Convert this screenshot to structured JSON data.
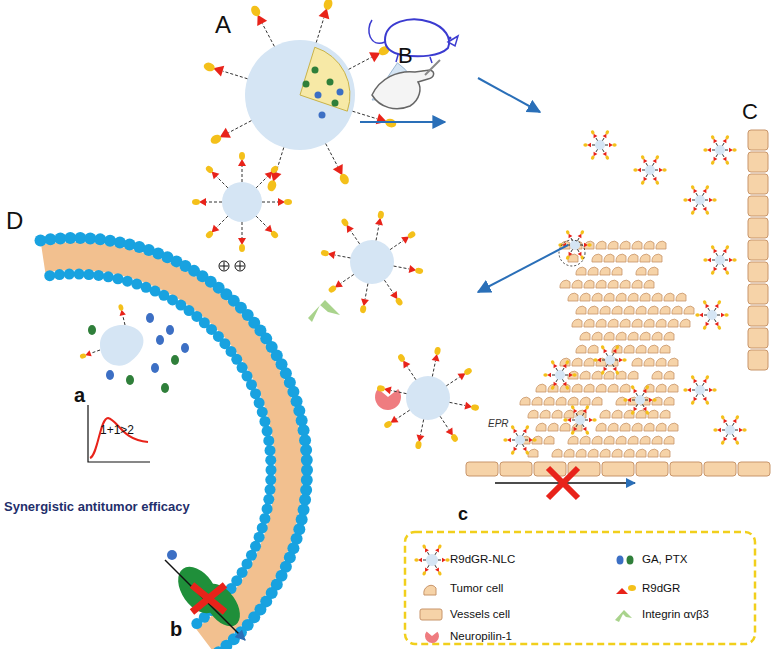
{
  "diagram": {
    "labels": [
      "A",
      "B",
      "C",
      "EPR",
      "c",
      "D",
      "a",
      "1+1>2",
      "Synergistic antitumor efficacy",
      "b"
    ],
    "legend": [
      {
        "text": "R9dGR-NLC"
      },
      {
        "text": "GA, PTX"
      },
      {
        "text": "Tumor cell"
      },
      {
        "text": "R9dGR"
      },
      {
        "text": "Vessels cell"
      },
      {
        "text": "Integrin αvβ3"
      },
      {
        "text": "Neuropilin-1"
      }
    ]
  }
}
